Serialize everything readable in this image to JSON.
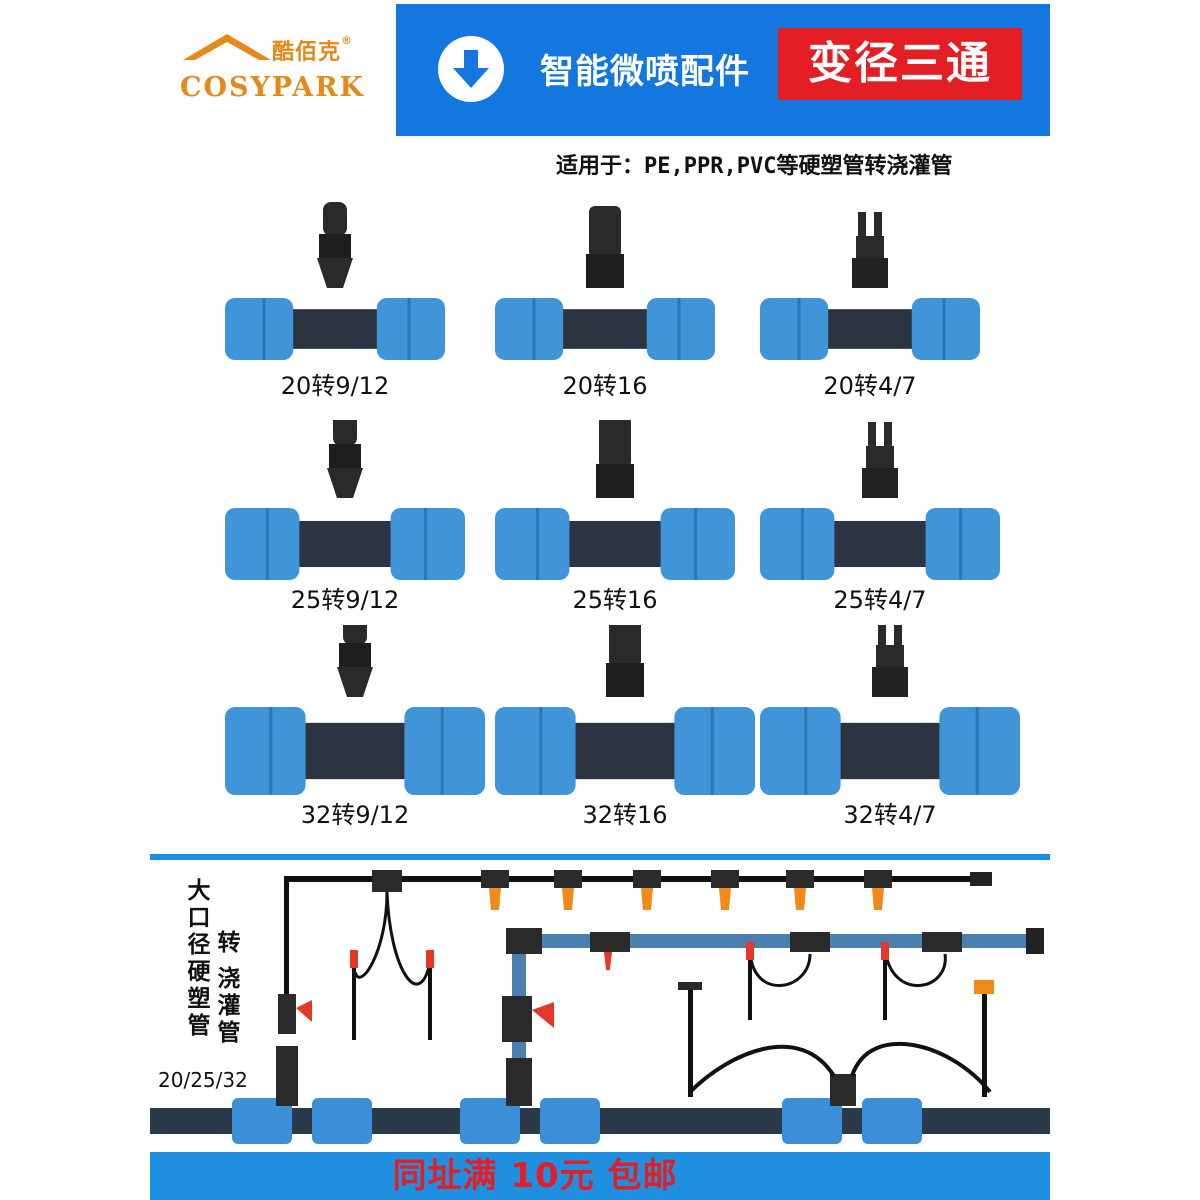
{
  "brand": {
    "name_cn": "酷佰克",
    "registered": "®",
    "name_en": "COSYPARK",
    "logo_color": "#e38a1a"
  },
  "banner": {
    "icon": "download-arrow-icon",
    "title": "智能微喷配件",
    "badge": "变径三通",
    "bg_color": "#1477e0",
    "badge_color": "#e41e25"
  },
  "applies_to": "适用于：PE,PPR,PVC等硬塑管转浇灌管",
  "products": [
    {
      "label": "20转9/12",
      "outlet": "barb-cap"
    },
    {
      "label": "20转16",
      "outlet": "compression-cap"
    },
    {
      "label": "20转4/7",
      "outlet": "double-barb"
    },
    {
      "label": "25转9/12",
      "outlet": "barb-cap"
    },
    {
      "label": "25转16",
      "outlet": "compression-cap"
    },
    {
      "label": "25转4/7",
      "outlet": "double-barb"
    },
    {
      "label": "32转9/12",
      "outlet": "barb-cap"
    },
    {
      "label": "32转16",
      "outlet": "compression-cap"
    },
    {
      "label": "32转4/7",
      "outlet": "double-barb"
    }
  ],
  "diagram": {
    "left_caption": "大口径硬塑管",
    "mid_caption_1": "转",
    "mid_caption_2": "浇灌管",
    "sizes": "20/25/32"
  },
  "footer": {
    "text": "同址满  10元  包邮",
    "bg_color": "#1f8fe0",
    "text_color": "#e41e25"
  }
}
